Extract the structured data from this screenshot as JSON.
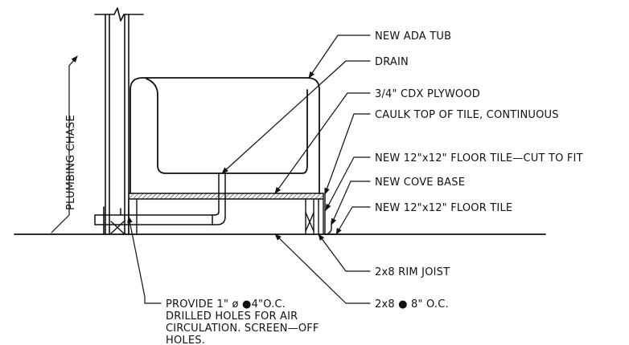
{
  "labels": {
    "new_ada_tub": "NEW ADA TUB",
    "drain": "DRAIN",
    "plywood": "3/4\" CDX PLYWOOD",
    "caulk": "CAULK TOP OF TILE, CONTINUOUS",
    "floor_tile_cut": "NEW 12\"x12\" FLOOR TILE—CUT TO FIT",
    "cove_base": "NEW COVE BASE",
    "floor_tile": "NEW 12\"x12\" FLOOR TILE",
    "rim_joist": "2x8 RIM JOIST",
    "joists": "2x8 ● 8\" O.C.",
    "plumbing_chase": "PLUMBING CHASE",
    "note_line1": "PROVIDE 1\" ø ●4\"O.C.",
    "note_line2": "DRILLED HOLES FOR AIR",
    "note_line3": "CIRCULATION. SCREEN—OFF",
    "note_line4": "HOLES."
  },
  "colors": {
    "line": "#111111",
    "background": "#ffffff"
  }
}
